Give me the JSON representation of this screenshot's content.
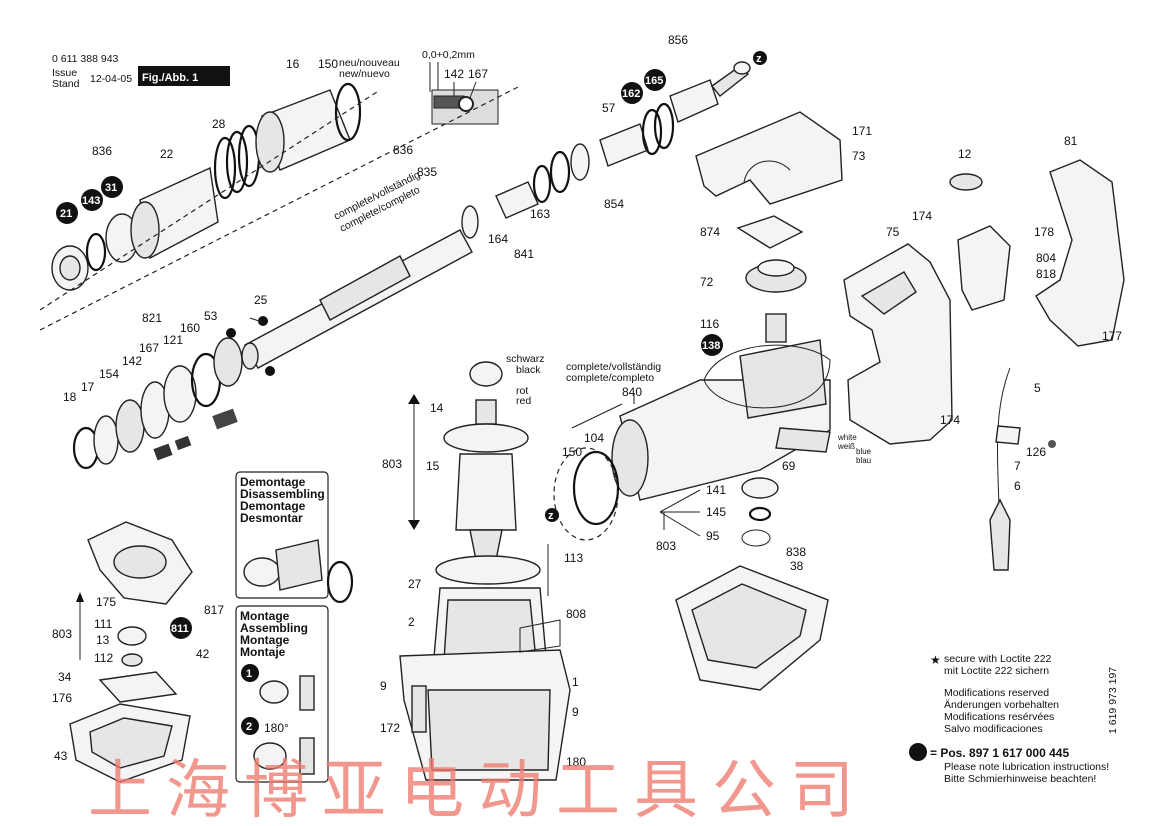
{
  "header": {
    "part_number": "0 611 388 943",
    "issue_label_1": "Issue",
    "issue_label_2": "Stand",
    "issue_date": "12-04-05",
    "fig_label": "Fig./Abb. 1",
    "tolerance": "0,0+0,2mm"
  },
  "notes": {
    "new_label_1": "neu/nouveau",
    "new_label_2": "new/nuevo",
    "complete_1a": "complete/vollständig",
    "complete_1b": "complete/completo",
    "complete_2a": "complete/vollständig",
    "complete_2b": "complete/completo",
    "schwarz": "schwarz",
    "black": "black",
    "rot": "rot",
    "red": "red",
    "white": "white",
    "weiss": "weiß",
    "blue": "blue",
    "blau": "blau",
    "loctite_1": "secure with Loctite 222",
    "loctite_2": "mit Loctite 222 sichern",
    "mod_1": "Modifications reserved",
    "mod_2": "Änderungen vorbehalten",
    "mod_3": "Modifications resérvées",
    "mod_4": "Salvo modificaciones",
    "pos_line": "= Pos. 897 1 617 000 445",
    "lub_1": "Please note lubrication instructions!",
    "lub_2": "Bitte Schmierhinweise beachten!",
    "side_code": "1 619 973 197",
    "angle": "180°"
  },
  "boxes": {
    "disassembly": [
      "Demontage",
      "Disassembling",
      "Demontage",
      "Desmontar"
    ],
    "assembly": [
      "Montage",
      "Assembling",
      "Montage",
      "Montaje"
    ],
    "step_1": "1",
    "step_2": "2"
  },
  "circles": {
    "c21": "21",
    "c143": "143",
    "c31": "31",
    "c162": "162",
    "c165": "165",
    "c138": "138",
    "c811": "811",
    "z1": "z",
    "z2": "z"
  },
  "labels": {
    "l16": "16",
    "l150a": "150",
    "l142": "142",
    "l167a": "167",
    "l856": "856",
    "l28": "28",
    "l836a": "836",
    "l22": "22",
    "l836b": "836",
    "l835": "835",
    "l57": "57",
    "l163": "163",
    "l164": "164",
    "l841": "841",
    "l854": "854",
    "l171": "171",
    "l73": "73",
    "l12": "12",
    "l81": "81",
    "l874": "874",
    "l174a": "174",
    "l178": "178",
    "l75": "75",
    "l804": "804",
    "l818": "818",
    "l72": "72",
    "l177": "177",
    "l116": "116",
    "l25": "25",
    "l821": "821",
    "l53": "53",
    "l160": "160",
    "l167b": "167",
    "l121": "121",
    "l142b": "142",
    "l154": "154",
    "l17": "17",
    "l18": "18",
    "l14": "14",
    "l840": "840",
    "l5": "5",
    "l174b": "174",
    "l150b": "150",
    "l104": "104",
    "l803a": "803",
    "l15": "15",
    "l7": "7",
    "l126": "126",
    "l69": "69",
    "l141": "141",
    "l6": "6",
    "l145": "145",
    "l803b": "803",
    "l95": "95",
    "l838": "838",
    "l38": "38",
    "l113": "113",
    "l27": "27",
    "l175": "175",
    "l817": "817",
    "l803c": "803",
    "l111": "111",
    "l13": "13",
    "l112": "112",
    "l42": "42",
    "l808": "808",
    "l2": "2",
    "l34": "34",
    "l176": "176",
    "l1": "1",
    "l9a": "9",
    "l9b": "9",
    "l172": "172",
    "l43": "43",
    "l180": "180"
  },
  "watermark": "上海博亚电动工具公司"
}
